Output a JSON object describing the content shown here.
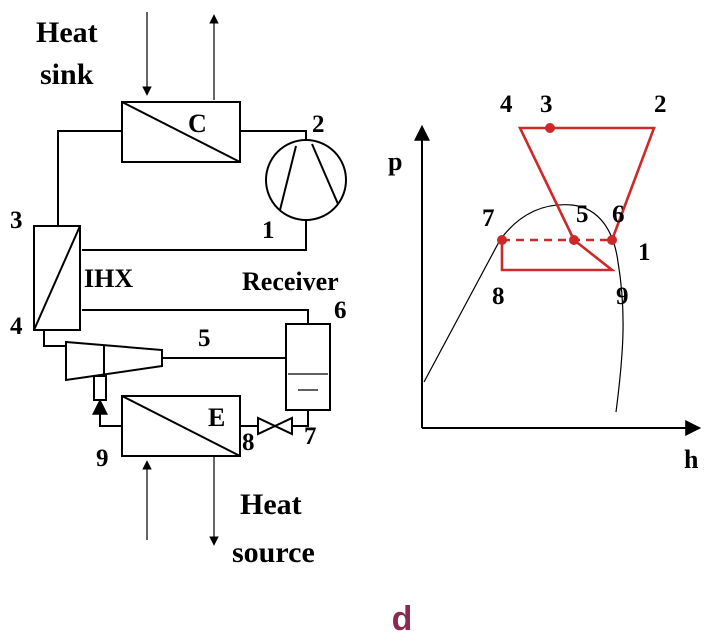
{
  "schematic": {
    "heat_sink": [
      "Heat",
      "sink"
    ],
    "heat_source": [
      "Heat",
      "source"
    ],
    "condenser_label": "C",
    "evaporator_label": "E",
    "ihx_label": "IHX",
    "receiver_label": "Receiver",
    "state_points": [
      "1",
      "2",
      "3",
      "4",
      "5",
      "6",
      "7",
      "8",
      "9"
    ]
  },
  "ph_diagram": {
    "y_axis_label": "p",
    "x_axis_label": "h",
    "state_points": [
      "1",
      "2",
      "3",
      "4",
      "5",
      "6",
      "7",
      "8",
      "9"
    ],
    "cycle_color": "#cc2a2a"
  },
  "caption": {
    "text": "d",
    "color": "#8a2a52"
  }
}
